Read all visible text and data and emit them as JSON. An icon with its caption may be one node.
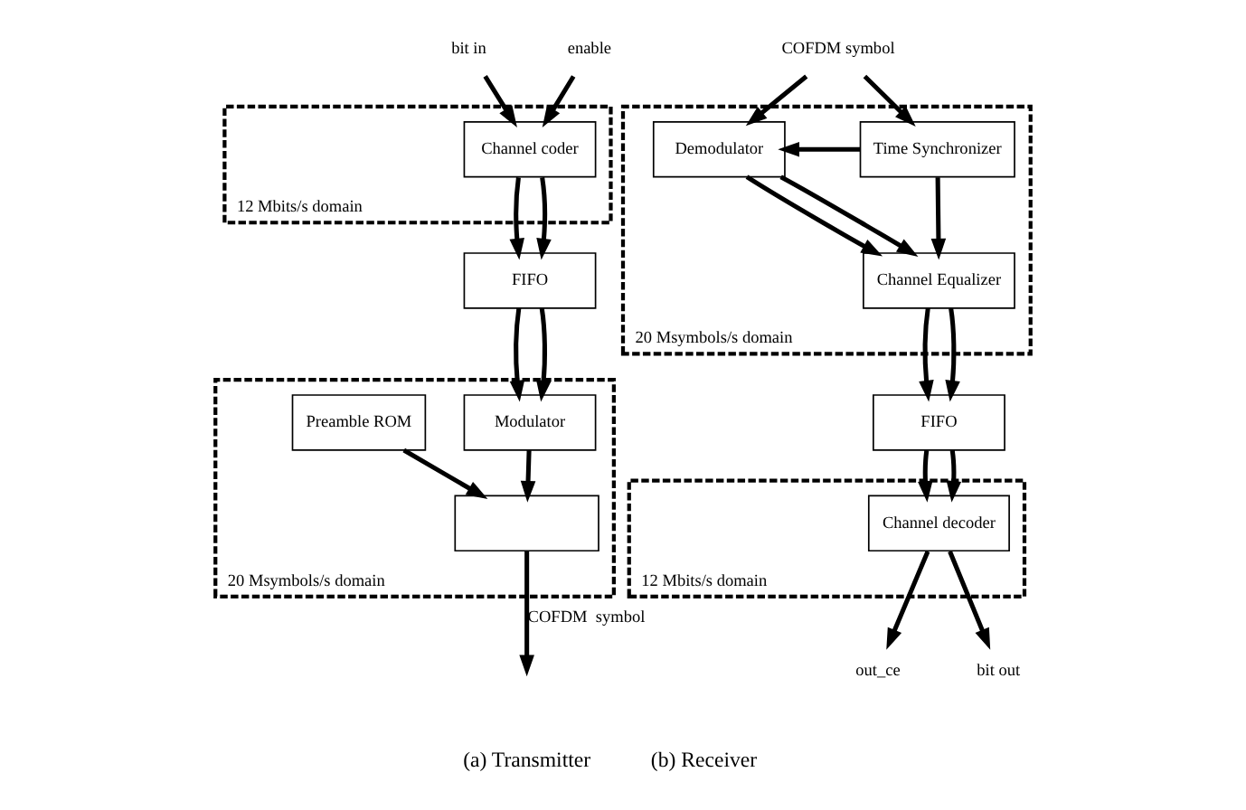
{
  "diagram": {
    "nodes": [
      {
        "text": [
          "bit in"
        ]
      },
      {
        "text": [
          "enable"
        ]
      },
      {
        "text": [
          "12 Mbits/s domain"
        ]
      },
      {
        "text": [
          "Channel coder"
        ],
        "in": 2
      },
      {
        "text": [
          "FIFO"
        ]
      },
      {
        "text": [
          "20 Msymbols/s domain"
        ]
      },
      {
        "text": [
          "Modulator"
        ],
        "in": 5
      },
      {
        "text": [
          "Preamble ROM"
        ],
        "in": 5
      },
      {
        "text": [],
        "shape": "trapezoid",
        "in": 5
      },
      {
        "text": [
          "COFDM symbol"
        ]
      },
      {
        "text": [
          "20 Msymbols/s domain"
        ]
      },
      {
        "text": [
          "Demodulator"
        ],
        "in": 10
      },
      {
        "text": [
          "Time Synchronizer"
        ],
        "in": 10
      },
      {
        "text": [
          "Channel Equalizer"
        ],
        "in": 10
      },
      {
        "text": [
          "FIFO"
        ]
      },
      {
        "text": [
          "12 Mbits/s domain"
        ]
      },
      {
        "text": [
          "Channel decoder"
        ],
        "in": 15
      },
      {
        "text": [
          "bit out"
        ]
      },
      {
        "text": [
          "out_ce"
        ]
      }
    ],
    "edges": [
      {
        "from": 0,
        "to": 3,
        "arrow": "to"
      },
      {
        "from": 1,
        "to": 3,
        "arrow": "to"
      },
      {
        "from": 3,
        "to": 4,
        "arrow": "to"
      },
      {
        "from": 3,
        "to": 4,
        "arrow": "to"
      },
      {
        "from": 4,
        "to": 6,
        "arrow": "to"
      },
      {
        "from": 4,
        "to": 6,
        "arrow": "to"
      },
      {
        "from": 6,
        "to": 8,
        "arrow": "to"
      },
      {
        "from": 7,
        "to": 8,
        "arrow": "to"
      },
      {
        "from": 8,
        "to": null,
        "arrow": "to",
        "label": "COFDM  symbol"
      },
      {
        "from": 9,
        "to": 11,
        "arrow": "to"
      },
      {
        "from": 9,
        "to": 12,
        "arrow": "to"
      },
      {
        "from": 12,
        "to": 11,
        "arrow": "to"
      },
      {
        "from": 12,
        "to": 13,
        "arrow": "to"
      },
      {
        "from": 11,
        "to": 13,
        "arrow": "to"
      },
      {
        "from": 11,
        "to": 13,
        "arrow": "to"
      },
      {
        "from": 13,
        "to": 14,
        "arrow": "to"
      },
      {
        "from": 13,
        "to": 14,
        "arrow": "to"
      },
      {
        "from": 14,
        "to": 16,
        "arrow": "to"
      },
      {
        "from": 14,
        "to": 16,
        "arrow": "to"
      },
      {
        "from": 16,
        "to": 17,
        "arrow": "to"
      },
      {
        "from": 16,
        "to": 18,
        "arrow": "to"
      }
    ],
    "labels": [
      "(a) Transmitter",
      "(b) Receiver"
    ]
  }
}
